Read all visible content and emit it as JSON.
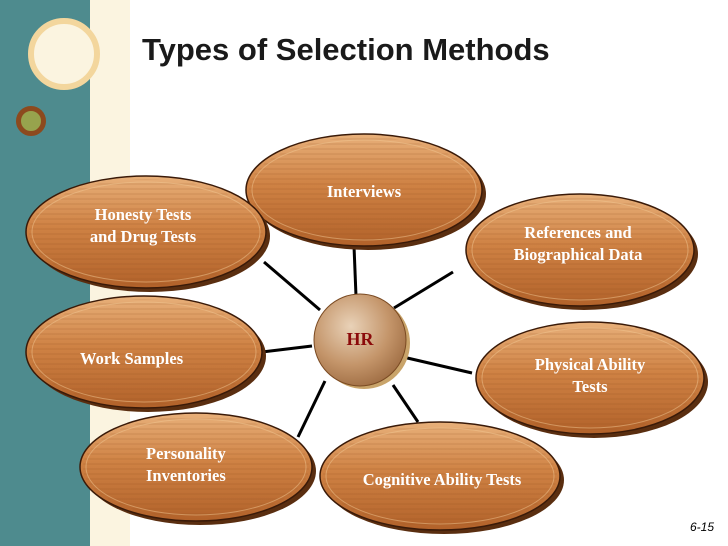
{
  "title": "Types of Selection Methods",
  "slide_number": "6-15",
  "colors": {
    "oval_fill": "#c97a3c",
    "oval_light": "#e0a368",
    "oval_outline": "#3a1a08",
    "hub_fill": "#b5845e",
    "hub_text": "#8b0a0a",
    "side_strip": "#4e8b8e",
    "connector": "#000000"
  },
  "diagram": {
    "hub": {
      "label": "HR"
    },
    "nodes": [
      {
        "id": "interviews",
        "lines": [
          "Interviews"
        ]
      },
      {
        "id": "references",
        "lines": [
          "References and",
          "Biographical Data"
        ]
      },
      {
        "id": "physical",
        "lines": [
          "Physical Ability",
          "Tests"
        ]
      },
      {
        "id": "cognitive",
        "lines": [
          "Cognitive Ability Tests"
        ]
      },
      {
        "id": "personality",
        "lines": [
          "Personality",
          "Inventories"
        ]
      },
      {
        "id": "work-samples",
        "lines": [
          "Work Samples"
        ]
      },
      {
        "id": "honesty",
        "lines": [
          "Honesty Tests",
          "and Drug Tests"
        ]
      }
    ]
  }
}
